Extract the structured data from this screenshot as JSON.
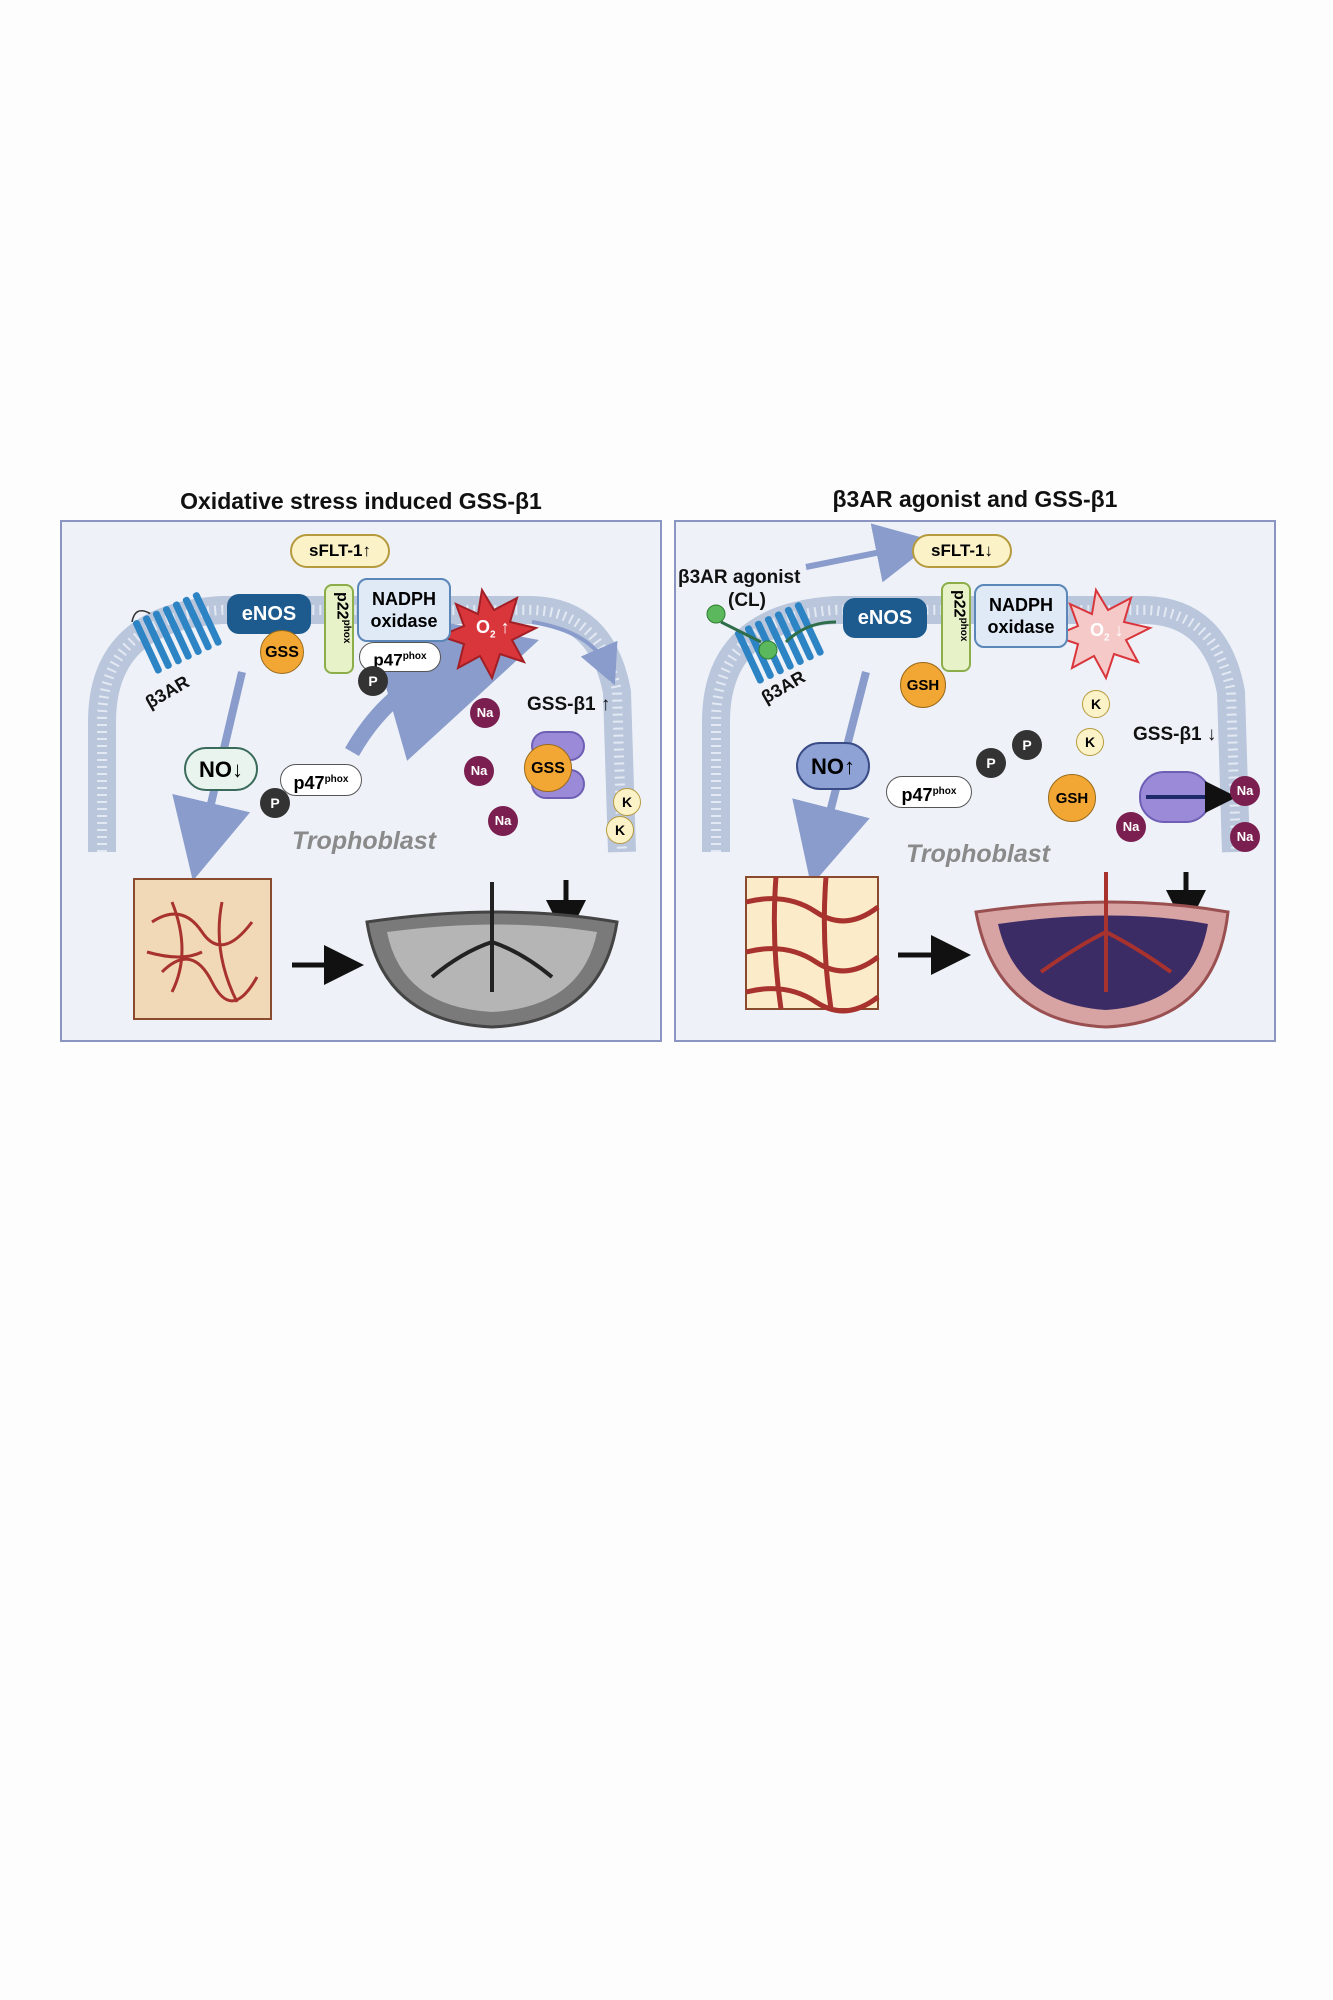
{
  "left": {
    "title": "Oxidative stress induced GSS-β1",
    "sflt": "sFLT-1",
    "sflt_dir": "↑",
    "enos": "eNOS",
    "gss_bound": "GSS",
    "p22": "p22",
    "phox": "phox",
    "nadph": "NADPH",
    "oxidase": "oxidase",
    "p47_bound": "p47",
    "o2": "O",
    "o2_dir": "↑",
    "receptor": "β3AR",
    "no": "NO",
    "no_dir": "↓",
    "p47_free": "p47",
    "p": "P",
    "gss_channel": "GSS",
    "gss_beta": "GSS-β1",
    "gss_beta_dir": "↑",
    "na": "Na",
    "k": "K",
    "cell": "Trophoblast"
  },
  "right": {
    "title": "β3AR agonist and GSS-β1",
    "sflt": "sFLT-1",
    "sflt_dir": "↓",
    "agonist": "β3AR agonist",
    "agonist_cl": "(CL)",
    "enos": "eNOS",
    "gsh": "GSH",
    "p22": "p22",
    "phox": "phox",
    "nadph": "NADPH",
    "oxidase": "oxidase",
    "o2": "O",
    "o2_dir": "↓",
    "receptor": "β3AR",
    "no": "NO",
    "no_dir": "↑",
    "p47": "p47",
    "p": "P",
    "k": "K",
    "na": "Na",
    "gss_beta": "GSS-β1",
    "gss_beta_dir": "↓",
    "cell": "Trophoblast"
  },
  "colors": {
    "panel_border": "#8a95c2",
    "panel_bg": "#eef2f8",
    "enos": "#1d5a8e",
    "gss": "#f2a735",
    "o2_stress": "#d9363c",
    "o2_low": "#f6c9c9",
    "na": "#7a1f4f",
    "k": "#fbf2c8",
    "arrow": "#8a9ccb",
    "vessel": "#a8322e",
    "placenta_gray": "#6f6f6f",
    "placenta_pink": "#d7a3a3"
  }
}
